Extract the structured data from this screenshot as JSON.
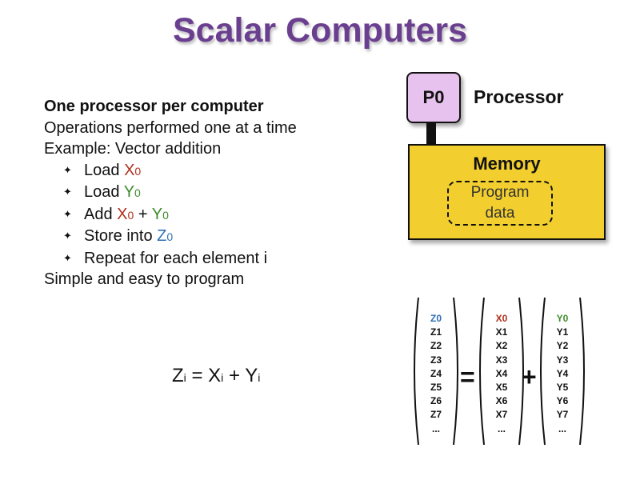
{
  "title": "Scalar Computers",
  "bullets": {
    "heading": "One processor per computer",
    "line2": "Operations performed one at a time",
    "line3": "Example: Vector addition",
    "sub": [
      {
        "pre": "Load ",
        "var": "X",
        "num": "0"
      },
      {
        "pre": "Load ",
        "var": "Y",
        "num": "0"
      },
      {
        "pre": "Add ",
        "x": "X",
        "xnum": "0",
        "plus": " + ",
        "y": "Y",
        "ynum": "0"
      },
      {
        "pre": "Store into ",
        "var": "Z",
        "num": "0"
      },
      {
        "text": "Repeat for each element i"
      }
    ],
    "last": "Simple and easy to program",
    "star": "✦"
  },
  "formula": {
    "z": "Z",
    "eq": " = X",
    "plus": " + Y",
    "i": "i"
  },
  "processor": {
    "name": "P0",
    "label": "Processor"
  },
  "memory": {
    "title": "Memory",
    "line1": "Program",
    "line2": "data"
  },
  "vectors": {
    "z": [
      "Z0",
      "Z1",
      "Z2",
      "Z3",
      "Z4",
      "Z5",
      "Z6",
      "Z7",
      "..."
    ],
    "x": [
      "X0",
      "X1",
      "X2",
      "X3",
      "X4",
      "X5",
      "X6",
      "X7",
      "..."
    ],
    "y": [
      "Y0",
      "Y1",
      "Y2",
      "Y3",
      "Y4",
      "Y5",
      "Y6",
      "Y7",
      "..."
    ],
    "equals": "=",
    "plus": "+"
  },
  "colors": {
    "title": "#6b3f8f",
    "x": "#b0301e",
    "y": "#3c8b2a",
    "z": "#2d6fb4",
    "processor": "#e8c2ef",
    "memory": "#f2cf2e"
  }
}
